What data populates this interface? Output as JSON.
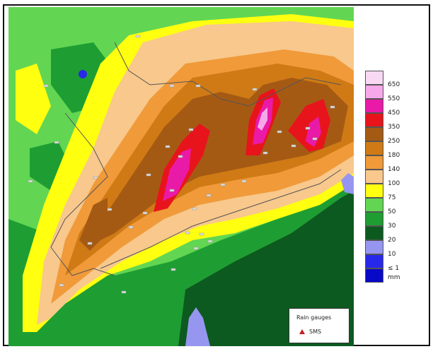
{
  "legend": {
    "unit": "mm",
    "classes": [
      {
        "label": "650",
        "color": "#f8d8f2"
      },
      {
        "label": "550",
        "color": "#f7a8ea"
      },
      {
        "label": "450",
        "color": "#ea1aa8"
      },
      {
        "label": "350",
        "color": "#e8141c"
      },
      {
        "label": "250",
        "color": "#a55a14"
      },
      {
        "label": "180",
        "color": "#cf7a15"
      },
      {
        "label": "140",
        "color": "#f09a3a"
      },
      {
        "label": "100",
        "color": "#f8c88c"
      },
      {
        "label": "75",
        "color": "#ffff10"
      },
      {
        "label": "50",
        "color": "#62d652"
      },
      {
        "label": "30",
        "color": "#1e9e32"
      },
      {
        "label": "20",
        "color": "#0d5a20"
      },
      {
        "label": "10",
        "color": "#9696f0"
      },
      {
        "label": "≤ 1",
        "color": "#2828ea"
      },
      {
        "label": "",
        "color": "#0808c8"
      }
    ]
  },
  "gauges": {
    "title": "Rain gauges",
    "item_label": "SMS",
    "marker_color": "#c02020"
  },
  "colors": {
    "gauge_dot": "#dddddd",
    "boundary": "#555555"
  }
}
